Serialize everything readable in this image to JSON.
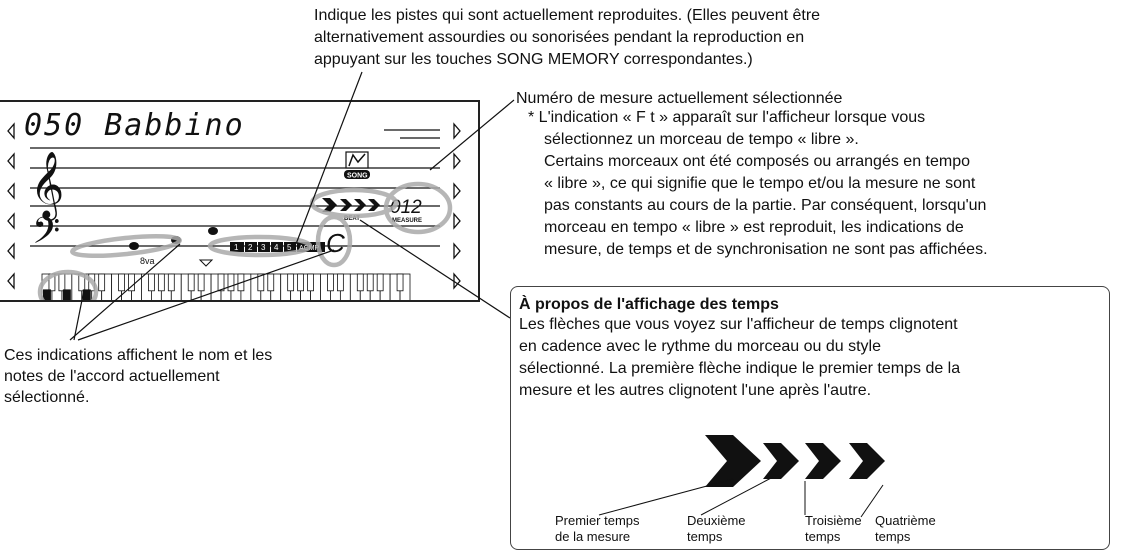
{
  "callouts": {
    "tracks": [
      "Indique les pistes qui sont actuellement reproduites. (Elles peuvent être",
      "alternativement assourdies ou sonorisées pendant la reproduction en",
      "appuyant sur les touches SONG MEMORY correspondantes.)"
    ],
    "measure_title": "Numéro de mesure actuellement sélectionnée",
    "measure_note": [
      "*  L'indication « F t » apparaît sur l'afficheur lorsque vous",
      "sélectionnez un morceau de tempo « libre ».",
      "Certains morceaux ont été composés ou arrangés en tempo",
      "« libre », ce qui signifie que le tempo et/ou la mesure ne sont",
      "pas constants au cours de la partie. Par conséquent, lorsqu'un",
      "morceau en tempo « libre » est reproduit, les indications de",
      "mesure, de temps et de synchronisation ne sont pas affichées."
    ],
    "chord": [
      "Ces indications affichent le nom et les",
      "notes de l'accord actuellement",
      "sélectionné."
    ]
  },
  "display": {
    "song_name": "050 Babbino",
    "measure_number": "012",
    "song_label": "SONG",
    "beat_label": "BEAT",
    "measure_label": "MEASURE",
    "octave_label": "8va",
    "acmp_label": "ACMP",
    "track_numbers": [
      "1",
      "2",
      "3",
      "4",
      "5"
    ],
    "chord_name": "C"
  },
  "beat_box": {
    "title": "À propos de l'affichage des temps",
    "body": [
      "Les flèches que vous voyez sur l'afficheur de temps clignotent",
      "en cadence avec le rythme du morceau ou du style",
      "sélectionné. La première flèche indique le premier temps de la",
      "mesure et les autres clignotent l'une après l'autre."
    ],
    "labels": [
      [
        "Premier temps",
        "de la mesure"
      ],
      [
        "Deuxième",
        "temps"
      ],
      [
        "Troisième",
        "temps"
      ],
      [
        "Quatrième",
        "temps"
      ]
    ]
  }
}
